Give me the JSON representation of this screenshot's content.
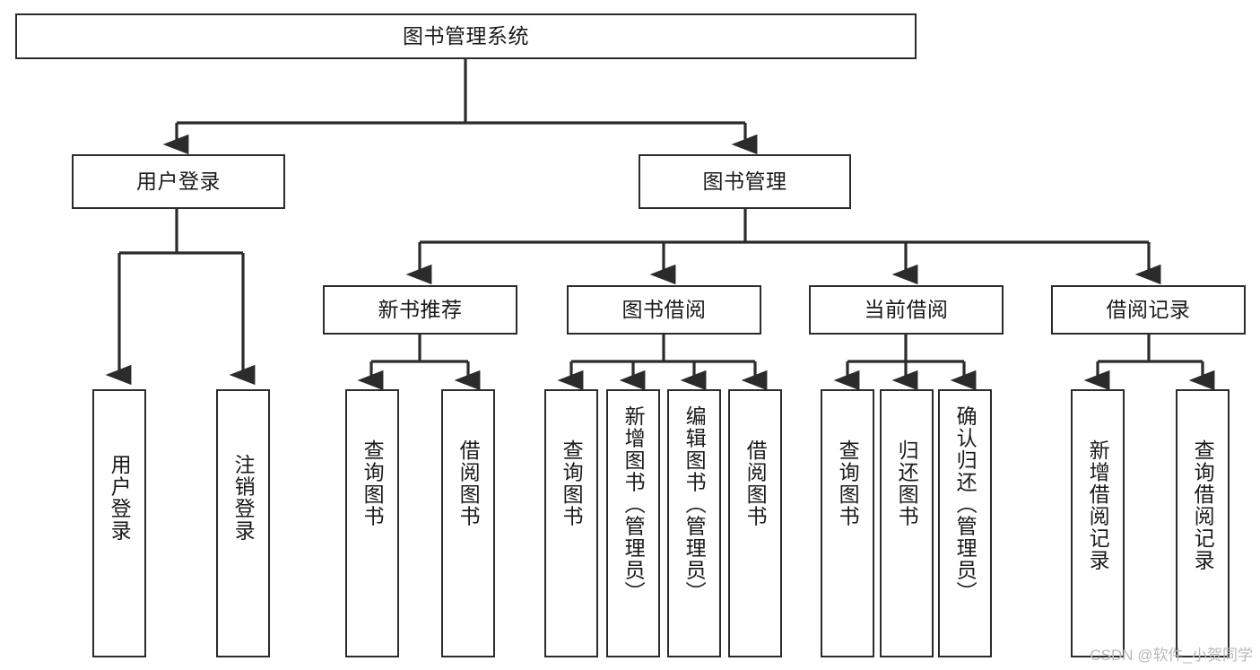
{
  "diagram": {
    "type": "tree",
    "title": "图书管理系统",
    "watermark": "CSDN @软件_小贺同学",
    "theme": {
      "background": "#ffffff",
      "node_border": "#2b2b2b",
      "node_fill": "#ffffff",
      "edge_color": "#2b2b2b",
      "text_color": "#1a1a1a",
      "watermark_color": "#b9b9b9"
    },
    "nodes": {
      "root": {
        "label": "图书管理系统"
      },
      "level2": [
        {
          "id": "user-login",
          "label": "用户登录"
        },
        {
          "id": "book-manage",
          "label": "图书管理"
        }
      ],
      "level3": [
        {
          "id": "new-book-recommend",
          "label": "新书推荐"
        },
        {
          "id": "book-borrow",
          "label": "图书借阅"
        },
        {
          "id": "current-borrow",
          "label": "当前借阅"
        },
        {
          "id": "borrow-record",
          "label": "借阅记录"
        }
      ],
      "leaves": {
        "user_login": [
          {
            "id": "leaf-user-login",
            "label": "用户登录"
          },
          {
            "id": "leaf-logout",
            "label": "注销登录"
          }
        ],
        "new_book_recommend": [
          {
            "id": "leaf-query-book-1",
            "label": "查询图书"
          },
          {
            "id": "leaf-borrow-book-1",
            "label": "借阅图书"
          }
        ],
        "book_borrow": [
          {
            "id": "leaf-query-book-2",
            "label": "查询图书"
          },
          {
            "id": "leaf-add-book",
            "label": "新增图书（管理员）"
          },
          {
            "id": "leaf-edit-book",
            "label": "编辑图书（管理员）"
          },
          {
            "id": "leaf-borrow-book-2",
            "label": "借阅图书"
          }
        ],
        "current_borrow": [
          {
            "id": "leaf-query-book-3",
            "label": "查询图书"
          },
          {
            "id": "leaf-return-book",
            "label": "归还图书"
          },
          {
            "id": "leaf-confirm-return",
            "label": "确认归还（管理员）"
          }
        ],
        "borrow_record": [
          {
            "id": "leaf-add-record",
            "label": "新增借阅记录"
          },
          {
            "id": "leaf-query-record",
            "label": "查询借阅记录"
          }
        ]
      }
    }
  }
}
